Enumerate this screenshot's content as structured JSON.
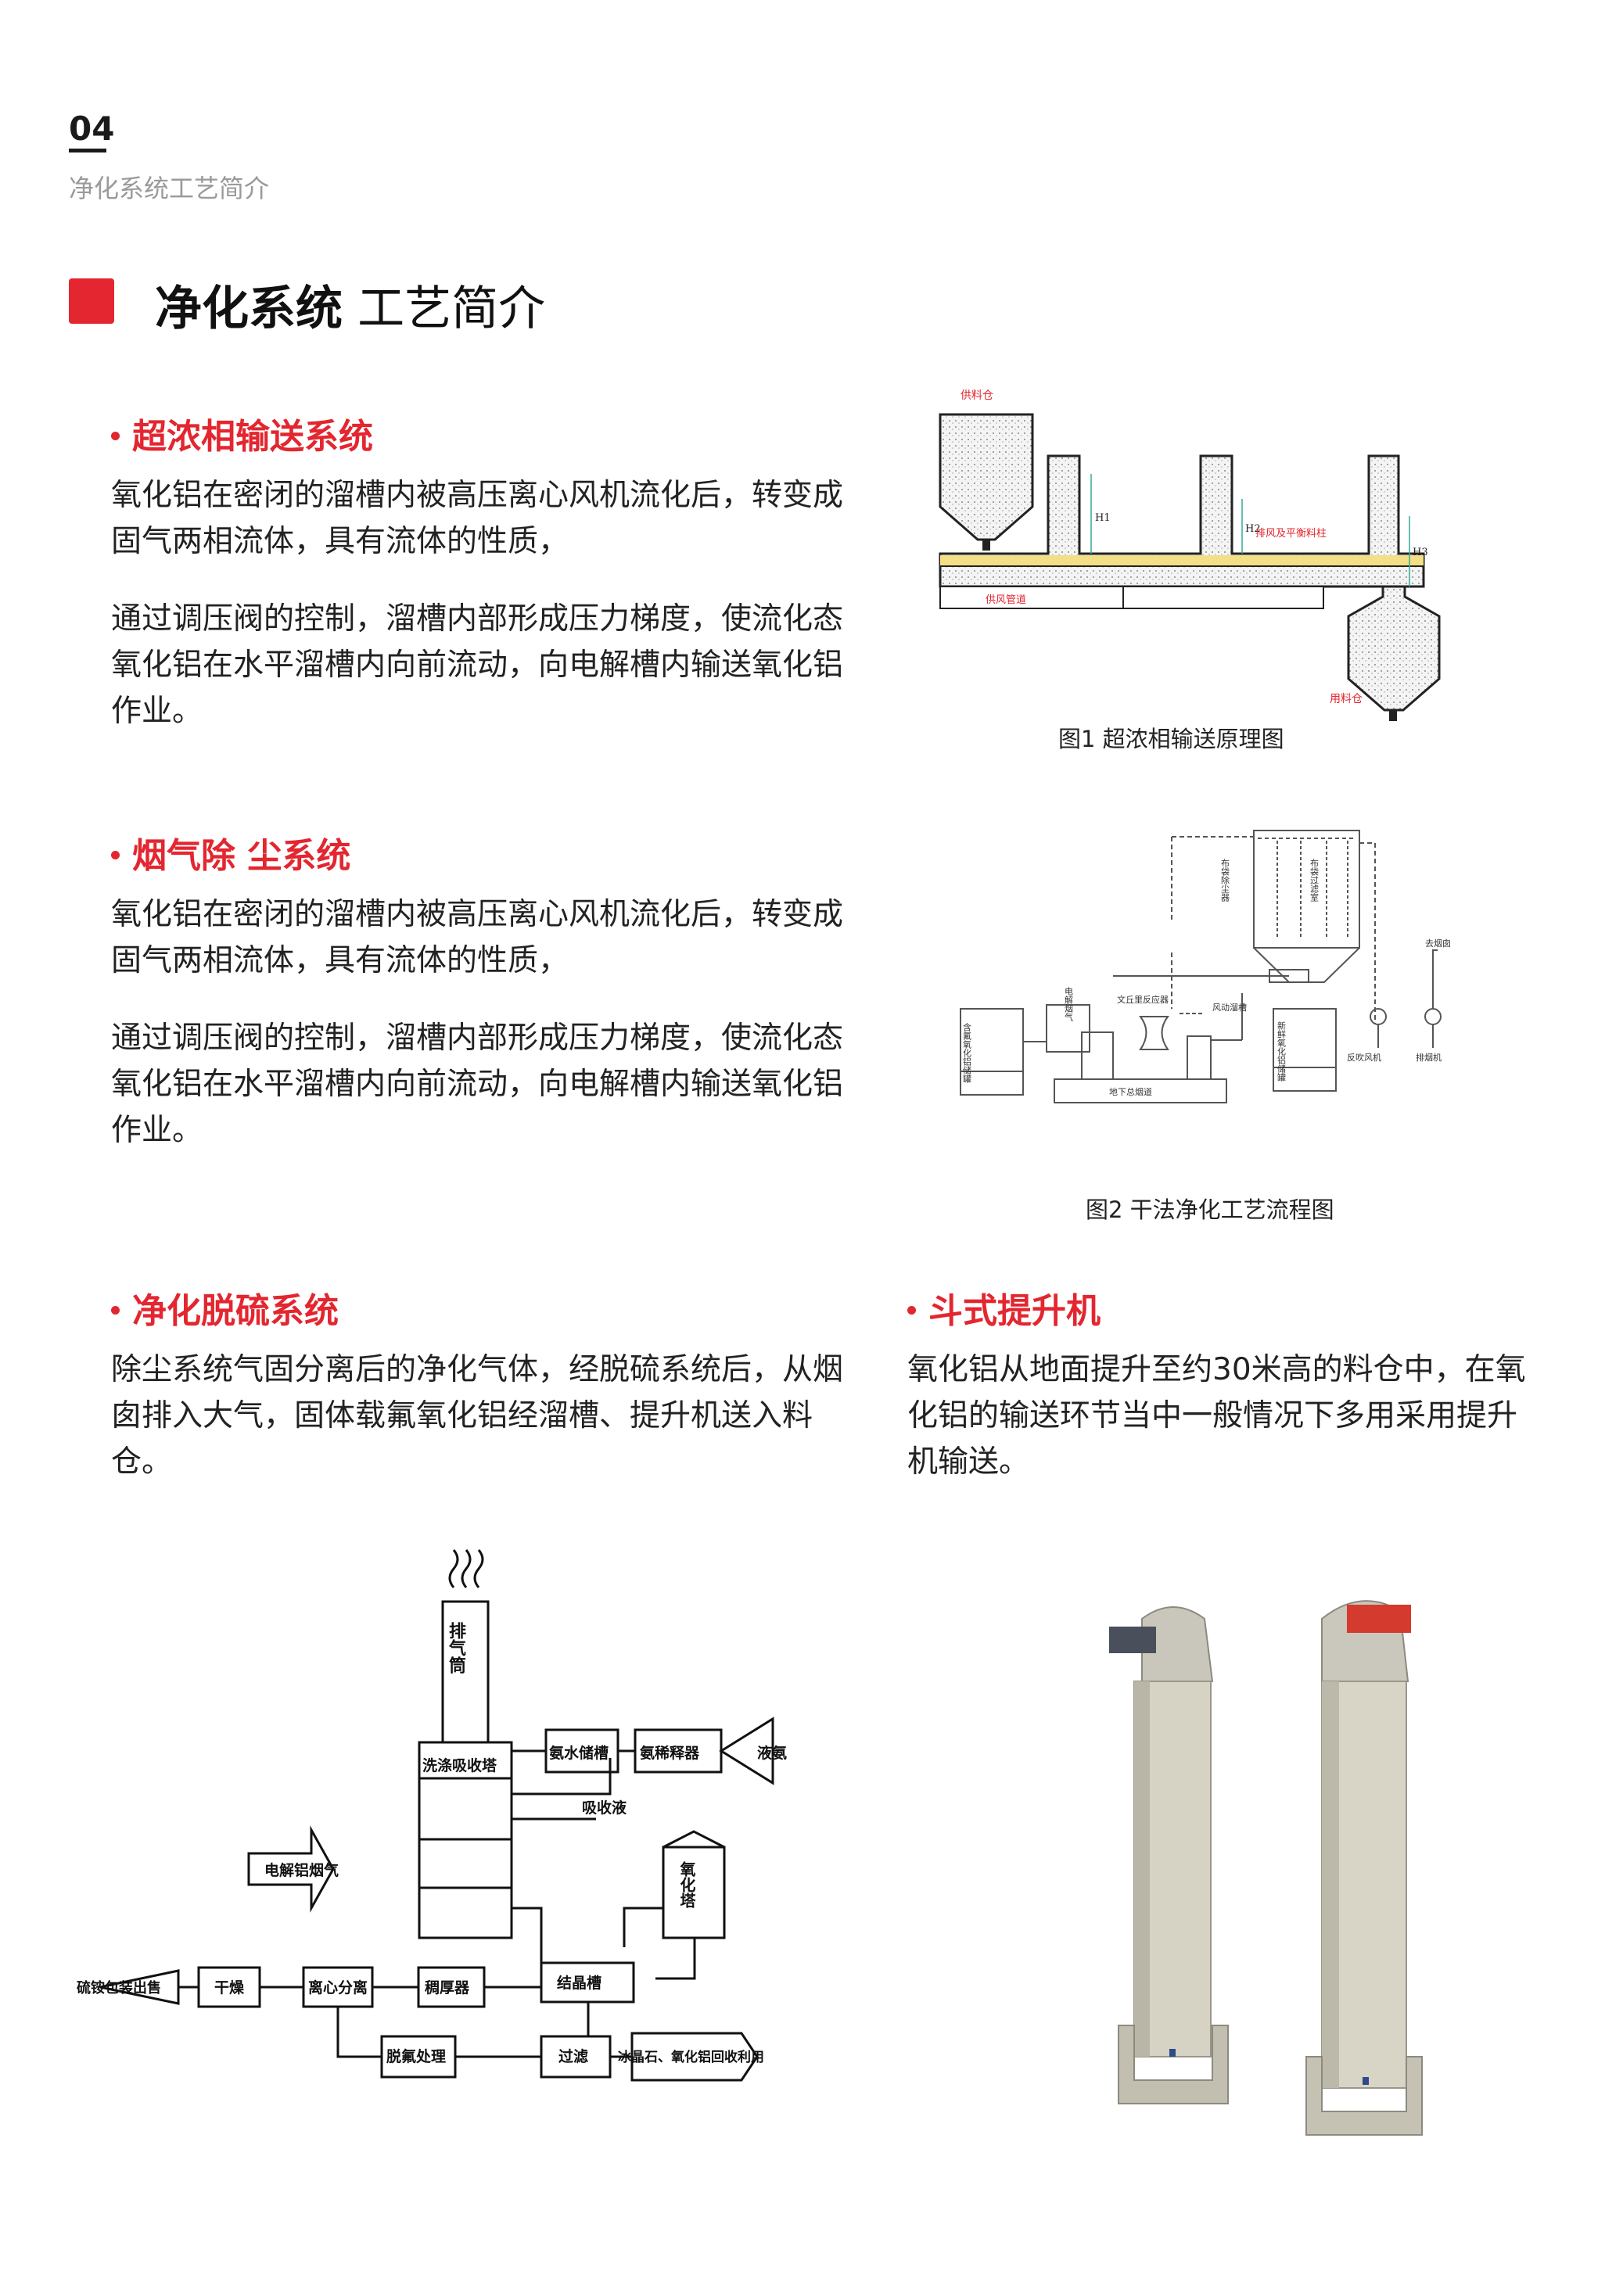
{
  "header": {
    "page_number": "04",
    "subtitle": "净化系统工艺简介"
  },
  "title": {
    "bold": "净化系统",
    "normal": "工艺简介"
  },
  "sections": [
    {
      "heading": "超浓相输送系统",
      "paragraphs": [
        "氧化铝在密闭的溜槽内被高压离心风机流化后，转变成固气两相流体，具有流体的性质，",
        "通过调压阀的控制，溜槽内部形成压力梯度，使流化态氧化铝在水平溜槽内向前流动，向电解槽内输送氧化铝作业。"
      ]
    },
    {
      "heading": "烟气除 尘系统",
      "paragraphs": [
        "氧化铝在密闭的溜槽内被高压离心风机流化后，转变成固气两相流体，具有流体的性质，",
        "通过调压阀的控制，溜槽内部形成压力梯度，使流化态氧化铝在水平溜槽内向前流动，向电解槽内输送氧化铝作业。"
      ]
    },
    {
      "heading": "净化脱硫系统",
      "paragraphs": [
        "除尘系统气固分离后的净化气体，经脱硫系统后，从烟囱排入大气，固体载氟氧化铝经溜槽、提升机送入料仓。"
      ]
    },
    {
      "heading": "斗式提升机",
      "paragraphs": [
        "氧化铝从地面提升至约30米高的料仓中，在氧化铝的输送环节当中一般情况下多用采用提升机输送。"
      ]
    }
  ],
  "figures": {
    "fig1": {
      "caption": "图1 超浓相输送原理图",
      "labels": {
        "supply_bin": "供料仓",
        "exhaust": "排风及平衡料柱",
        "air_pipe": "供风管道",
        "use_bin": "用料仓",
        "h1": "H1",
        "h2": "H2",
        "h3": "H3"
      }
    },
    "fig2": {
      "caption": "图2 干法净化工艺流程图",
      "labels": {
        "bag_dust": "布袋除尘器",
        "bag_filter": "布袋过滤室",
        "fluorine_bin": "含氟氧化铝储罐",
        "cell_gas": "电解烟气",
        "venturi": "文丘里反应器",
        "wind_chute": "风动溜槽",
        "fresh_bin": "新鲜氧化铝储罐",
        "blowback_fan": "反吹风机",
        "exhaust_fan": "排烟机",
        "to_chimney": "去烟囱",
        "underground_duct": "地下总烟道"
      }
    },
    "fig3": {
      "labels": {
        "chimney": "排气筒",
        "scrubber": "洗涤吸收塔",
        "ammonia_tank": "氨水储槽",
        "ammonia_dilute": "氨稀释器",
        "liquid_ammonia": "液氨",
        "absorb_liquid": "吸收液",
        "oxidation_tower": "氧化塔",
        "cell_gas": "电解铝烟气",
        "product": "硫铵包装出售",
        "dry": "干燥",
        "centrifuge": "离心分离",
        "thickener": "稠厚器",
        "crystal_tank": "结晶槽",
        "defoam": "脱氟处理",
        "filter": "过滤",
        "recover": "冰晶石、氧化铝回收利用"
      }
    }
  },
  "colors": {
    "accent": "#e3262f"
  }
}
